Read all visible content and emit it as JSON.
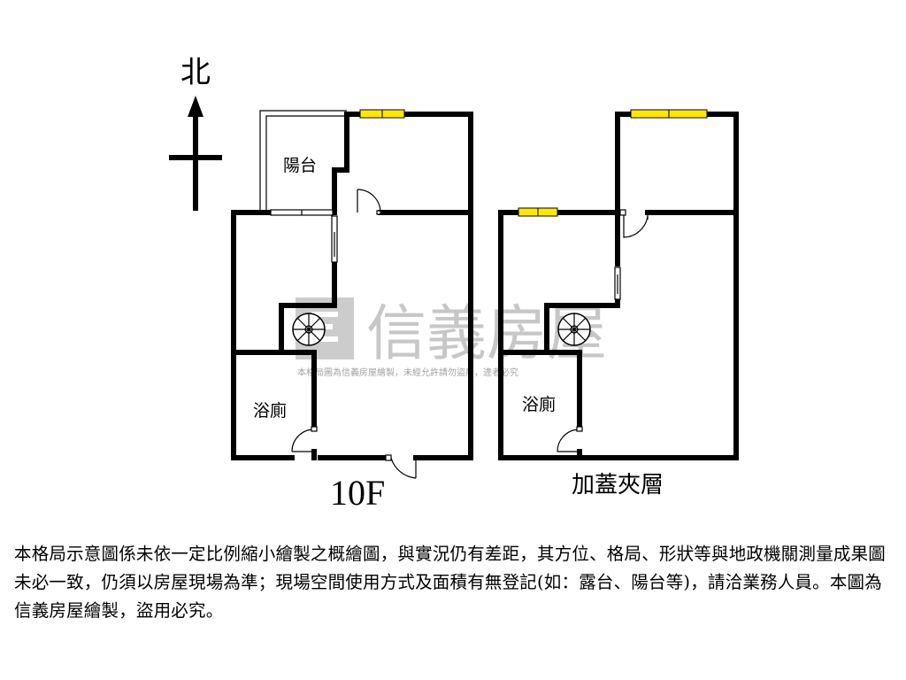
{
  "compass": {
    "north_label": "北"
  },
  "floors": [
    {
      "floor_label": "10F",
      "rooms": {
        "balcony": "陽台",
        "bathroom": "浴廁"
      }
    },
    {
      "floor_label": "加蓋夾層",
      "rooms": {
        "bathroom": "浴廁"
      }
    }
  ],
  "watermark": {
    "brand": "信義房屋",
    "note": "本格局圖為信義房屋繪製，未經允許請勿盜用，違者必究"
  },
  "disclaimer": "本格局示意圖係未依一定比例縮小繪製之概繪圖，與實況仍有差距，其方位、格局、形狀等與地政機關測量成果圖未必一致，仍須以房屋現場為準；現場空間使用方式及面積有無登記(如：露台、陽台等)，請洽業務人員。本圖為信義房屋繪製，盜用必究。",
  "colors": {
    "wall": "#000000",
    "window": "#ffe800",
    "watermark": "#9a9a9a"
  },
  "icons": [
    "north-arrow-icon",
    "spiral-staircase-icon",
    "door-swing-icon",
    "sliding-door-icon",
    "window-icon",
    "house-logo-icon"
  ]
}
